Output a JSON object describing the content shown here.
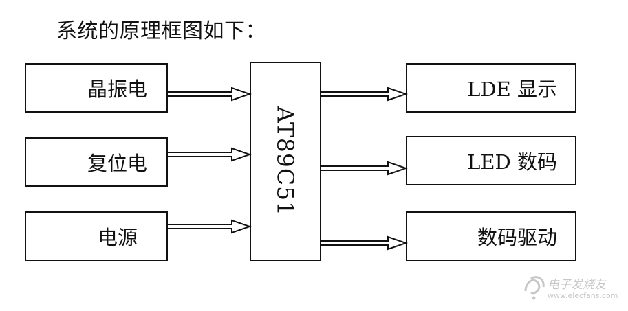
{
  "heading": "系统的原理框图如下：",
  "inputs": [
    {
      "id": "crystal",
      "label": "晶振电"
    },
    {
      "id": "reset",
      "label": "复位电"
    },
    {
      "id": "power",
      "label": "电源"
    }
  ],
  "mcu": {
    "label": "AT89C51"
  },
  "outputs": [
    {
      "id": "lde",
      "label": "LDE 显示"
    },
    {
      "id": "led",
      "label": "LED 数码"
    },
    {
      "id": "driver",
      "label": "数码驱动"
    }
  ],
  "watermark": {
    "text": "电子发烧友",
    "url": "www.elecfans.com"
  },
  "colors": {
    "stroke": "#111111",
    "watermark": "#c7c7c7"
  }
}
